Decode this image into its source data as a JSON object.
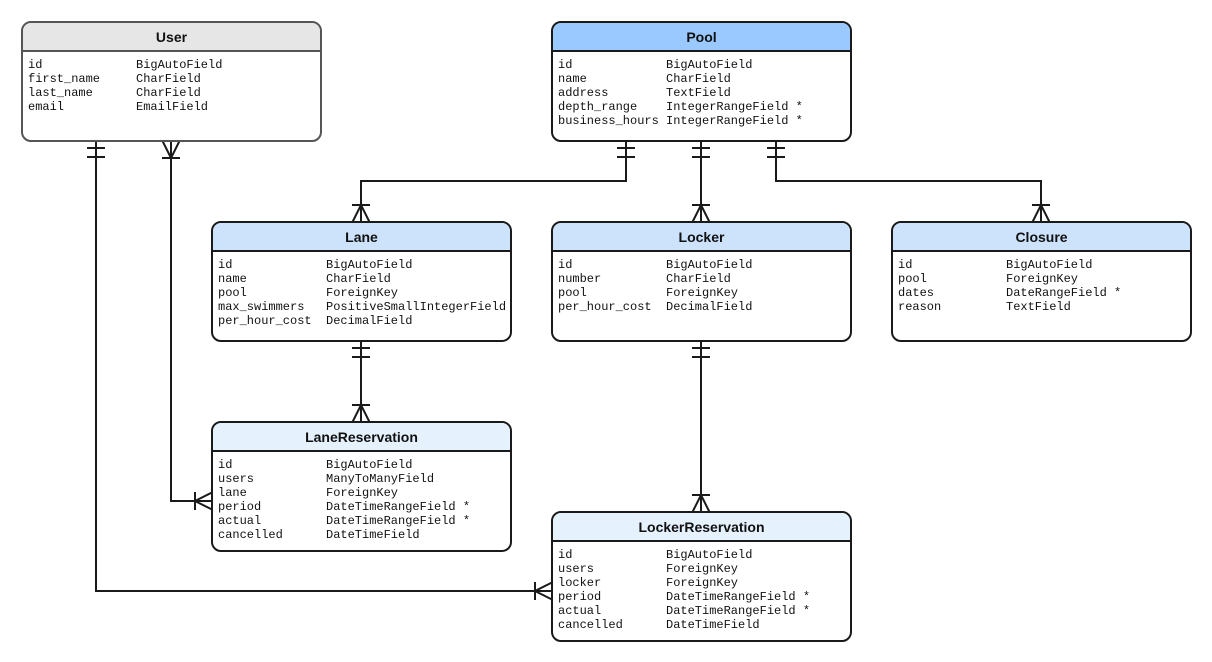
{
  "colors": {
    "pool_header": "#99c9ff",
    "child_header": "#cce3fb",
    "reservation_header": "#e5f1fd",
    "user_header": "#e6e6e6",
    "line": "#1a1a1a"
  },
  "entities": {
    "user": {
      "title": "User",
      "fields": [
        {
          "name": "id",
          "type": "BigAutoField"
        },
        {
          "name": "first_name",
          "type": "CharField"
        },
        {
          "name": "last_name",
          "type": "CharField"
        },
        {
          "name": "email",
          "type": "EmailField"
        }
      ]
    },
    "pool": {
      "title": "Pool",
      "fields": [
        {
          "name": "id",
          "type": "BigAutoField"
        },
        {
          "name": "name",
          "type": "CharField"
        },
        {
          "name": "address",
          "type": "TextField"
        },
        {
          "name": "depth_range",
          "type": "IntegerRangeField *"
        },
        {
          "name": "business_hours",
          "type": "IntegerRangeField *"
        }
      ]
    },
    "lane": {
      "title": "Lane",
      "fields": [
        {
          "name": "id",
          "type": "BigAutoField"
        },
        {
          "name": "name",
          "type": "CharField"
        },
        {
          "name": "pool",
          "type": "ForeignKey"
        },
        {
          "name": "max_swimmers",
          "type": "PositiveSmallIntegerField"
        },
        {
          "name": "per_hour_cost",
          "type": "DecimalField"
        }
      ]
    },
    "locker": {
      "title": "Locker",
      "fields": [
        {
          "name": "id",
          "type": "BigAutoField"
        },
        {
          "name": "number",
          "type": "CharField"
        },
        {
          "name": "pool",
          "type": "ForeignKey"
        },
        {
          "name": "per_hour_cost",
          "type": "DecimalField"
        }
      ]
    },
    "closure": {
      "title": "Closure",
      "fields": [
        {
          "name": "id",
          "type": "BigAutoField"
        },
        {
          "name": "pool",
          "type": "ForeignKey"
        },
        {
          "name": "dates",
          "type": "DateRangeField *"
        },
        {
          "name": "reason",
          "type": "TextField"
        }
      ]
    },
    "lanereservation": {
      "title": "LaneReservation",
      "fields": [
        {
          "name": "id",
          "type": "BigAutoField"
        },
        {
          "name": "users",
          "type": "ManyToManyField"
        },
        {
          "name": "lane",
          "type": "ForeignKey"
        },
        {
          "name": "period",
          "type": "DateTimeRangeField *"
        },
        {
          "name": "actual",
          "type": "DateTimeRangeField *"
        },
        {
          "name": "cancelled",
          "type": "DateTimeField"
        }
      ]
    },
    "lockerreservation": {
      "title": "LockerReservation",
      "fields": [
        {
          "name": "id",
          "type": "BigAutoField"
        },
        {
          "name": "users",
          "type": "ForeignKey"
        },
        {
          "name": "locker",
          "type": "ForeignKey"
        },
        {
          "name": "period",
          "type": "DateTimeRangeField *"
        },
        {
          "name": "actual",
          "type": "DateTimeRangeField *"
        },
        {
          "name": "cancelled",
          "type": "DateTimeField"
        }
      ]
    }
  },
  "relations": [
    {
      "id": "pool-lane",
      "from": "pool",
      "to": "lane",
      "from_end": "one",
      "to_end": "many"
    },
    {
      "id": "pool-locker",
      "from": "pool",
      "to": "locker",
      "from_end": "one",
      "to_end": "many"
    },
    {
      "id": "pool-closure",
      "from": "pool",
      "to": "closure",
      "from_end": "one",
      "to_end": "many"
    },
    {
      "id": "lane-lanereservation",
      "from": "lane",
      "to": "lanereservation",
      "from_end": "one",
      "to_end": "many"
    },
    {
      "id": "locker-lockerreservation",
      "from": "locker",
      "to": "lockerreservation",
      "from_end": "one",
      "to_end": "many"
    },
    {
      "id": "user-lanereservation",
      "from": "user",
      "to": "lanereservation",
      "from_end": "many",
      "to_end": "many"
    },
    {
      "id": "user-lockerreservation",
      "from": "user",
      "to": "lockerreservation",
      "from_end": "one",
      "to_end": "many"
    }
  ]
}
